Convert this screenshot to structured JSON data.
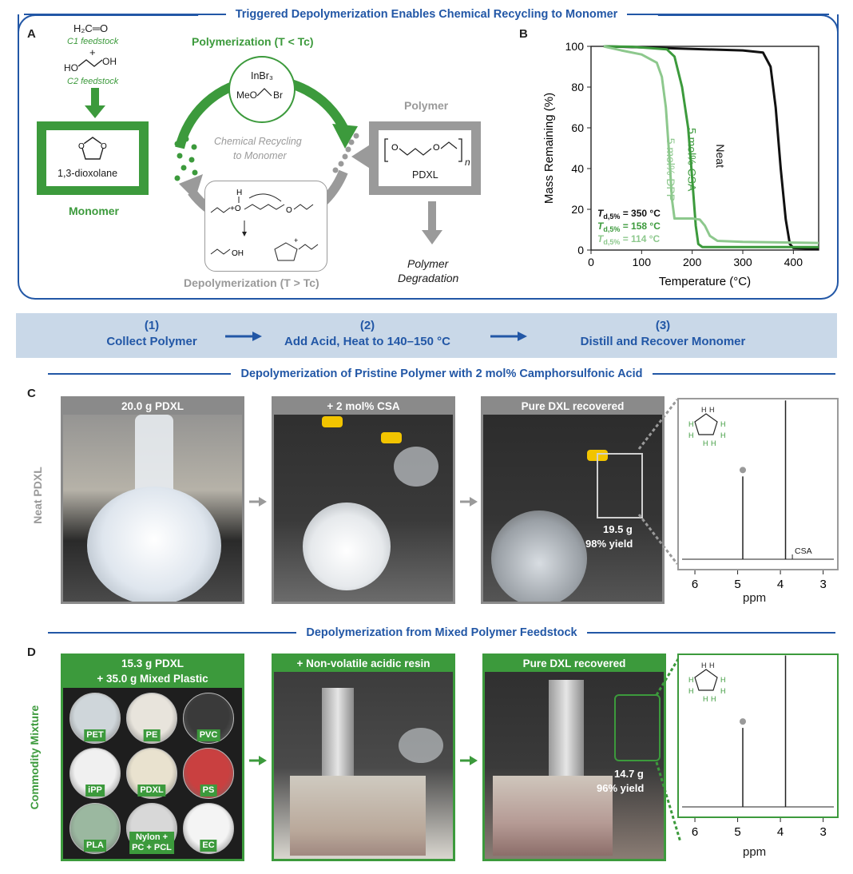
{
  "headers": {
    "top": "Triggered Depolymerization Enables Chemical Recycling to Monomer",
    "c": "Depolymerization of Pristine Polymer with 2 mol% Camphorsulfonic Acid",
    "d": "Depolymerization from Mixed Polymer Feedstock"
  },
  "panel_labels": {
    "a": "A",
    "b": "B",
    "c": "C",
    "d": "D"
  },
  "panel_a": {
    "c1_formula": "H₂C═O",
    "c1_label": "C1 feedstock",
    "plus": "+",
    "c2_ho": "HO",
    "c2_oh": "OH",
    "c2_label": "C2 feedstock",
    "polymerization": "Polymerization (T < Tc)",
    "catalyst_1": "InBr₃",
    "catalyst_2a": "MeO",
    "catalyst_2b": "Br",
    "center_text_1": "Chemical Recycling",
    "center_text_2": "to Monomer",
    "monomer_name": "1,3-dioxolane",
    "monomer_label": "Monomer",
    "polymer_label": "Polymer",
    "polymer_name": "PDXL",
    "polymer_n": "n",
    "degradation_1": "Polymer",
    "degradation_2": "Degradation",
    "depolymerization": "Depolymerization (T > Tc)"
  },
  "chart_data": {
    "type": "line",
    "xlabel": "Temperature (°C)",
    "ylabel": "Mass Remaining (%)",
    "xlim": [
      0,
      450
    ],
    "ylim": [
      0,
      100
    ],
    "xticks": [
      0,
      100,
      200,
      300,
      400
    ],
    "yticks": [
      0,
      20,
      40,
      60,
      80,
      100
    ],
    "series": [
      {
        "name": "Neat",
        "color": "#111111",
        "points": [
          [
            25,
            100
          ],
          [
            100,
            99.5
          ],
          [
            200,
            98.7
          ],
          [
            300,
            98
          ],
          [
            340,
            97
          ],
          [
            355,
            90
          ],
          [
            365,
            70
          ],
          [
            375,
            40
          ],
          [
            385,
            15
          ],
          [
            393,
            3
          ],
          [
            400,
            1
          ],
          [
            450,
            0.5
          ]
        ]
      },
      {
        "name": "5 mol% CSA",
        "color": "#3c9a3c",
        "points": [
          [
            25,
            100
          ],
          [
            80,
            99.8
          ],
          [
            150,
            98.5
          ],
          [
            165,
            95
          ],
          [
            180,
            80
          ],
          [
            192,
            60
          ],
          [
            200,
            35
          ],
          [
            207,
            12
          ],
          [
            212,
            3
          ],
          [
            220,
            1.5
          ],
          [
            450,
            1.5
          ]
        ]
      },
      {
        "name": "5 mol% DPP",
        "color": "#8dc88d",
        "points": [
          [
            25,
            100
          ],
          [
            60,
            98
          ],
          [
            100,
            96
          ],
          [
            130,
            92
          ],
          [
            140,
            85
          ],
          [
            148,
            70
          ],
          [
            155,
            45
          ],
          [
            160,
            25
          ],
          [
            165,
            15.5
          ],
          [
            200,
            15.5
          ],
          [
            215,
            15
          ],
          [
            225,
            12
          ],
          [
            235,
            7
          ],
          [
            250,
            4.5
          ],
          [
            300,
            4
          ],
          [
            450,
            3.5
          ]
        ]
      }
    ],
    "annotations": [
      {
        "label": "Td,5%",
        "value": "= 350 °C",
        "color": "#111111"
      },
      {
        "label": "Td,5%",
        "value": "= 158 °C",
        "color": "#3c9a3c"
      },
      {
        "label": "Td,5%",
        "value": "= 114 °C",
        "color": "#8dc88d"
      }
    ]
  },
  "steps": [
    {
      "num": "(1)",
      "text": "Collect Polymer"
    },
    {
      "num": "(2)",
      "text": "Add Acid, Heat to 140–150 °C"
    },
    {
      "num": "(3)",
      "text": "Distill and Recover Monomer"
    }
  ],
  "panel_c": {
    "side_label": "Neat PDXL",
    "photo1": "20.0 g PDXL",
    "photo2": "+ 2 mol% CSA",
    "photo3": "Pure DXL recovered",
    "mass": "19.5 g",
    "yield": "98% yield",
    "nmr_xlabel": "ppm",
    "nmr_ticks": [
      "6",
      "5",
      "4",
      "3"
    ],
    "csa_label": "CSA"
  },
  "panel_d": {
    "side_label": "Commodity Mixture",
    "photo1_line1": "15.3 g PDXL",
    "photo1_line2": "+ 35.0 g Mixed Plastic",
    "photo2": "+ Non-volatile acidic resin",
    "photo3": "Pure DXL recovered",
    "mass": "14.7 g",
    "yield": "96% yield",
    "dishes": [
      "PET",
      "PE",
      "PVC",
      "iPP",
      "PDXL",
      "PS",
      "PLA",
      "Nylon +\nPC + PCL",
      "EC"
    ],
    "nmr_xlabel": "ppm",
    "nmr_ticks": [
      "6",
      "5",
      "4",
      "3"
    ]
  },
  "colors": {
    "blue": "#2257a6",
    "green": "#3c9a3c",
    "lightgreen": "#8dc88d",
    "gray": "#9a9a9a",
    "stepbg": "#c9d8e8"
  }
}
